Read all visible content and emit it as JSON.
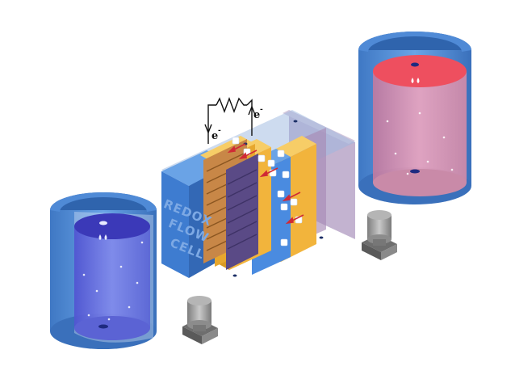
{
  "diagram": {
    "cell_label_lines": [
      "REDOX",
      "FLOW",
      "CELL"
    ],
    "electron_symbol": "e",
    "electron_charge": "-",
    "colors": {
      "tank_shell": "#4a86cf",
      "tank_shell_dark": "#2f64ad",
      "negative_electrolyte": "#3b39b8",
      "positive_electrolyte": "#ee4f5f",
      "cell_front": "#3e7cd0",
      "cell_top": "#6aa3e6",
      "membrane_plate": "#f2b43c",
      "electrode_plate": "#c88747",
      "ion_arrow": "#d02a35",
      "pump_body": "#9a9a9a",
      "circuit_wire": "#111111"
    },
    "icons": [
      "droplet-icon",
      "pump-icon",
      "resistor-icon",
      "arrow-icon"
    ]
  }
}
